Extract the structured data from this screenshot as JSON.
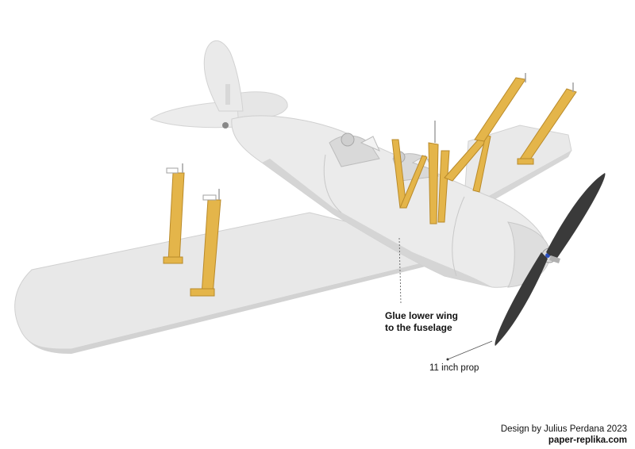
{
  "callouts": {
    "glue_line1": "Glue lower wing",
    "glue_line2": "to the fuselage",
    "prop": "11 inch prop"
  },
  "credits": {
    "designer": "Design by Julius Perdana 2023",
    "website": "paper-replika.com"
  },
  "colors": {
    "airframe": "#e7e7e7",
    "airframe_shadow": "#cfcfcf",
    "strut": "#e4b54a",
    "strut_dark": "#b98a2a",
    "propeller": "#3a3a3a"
  },
  "icons": {
    "model": "airplane-model-illustration"
  }
}
